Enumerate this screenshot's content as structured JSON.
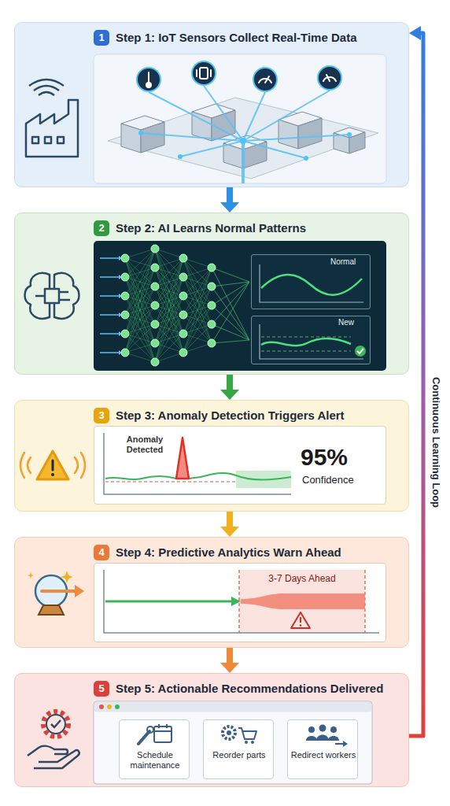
{
  "diagram": {
    "nodes": [
      {
        "text": [
          "1",
          "Step 1: IoT Sensors Collect Real-Time Data"
        ]
      },
      {
        "text": [
          "2",
          "Step 2: AI Learns Normal Patterns"
        ]
      },
      {
        "text": [
          "Normal"
        ],
        "in": 1
      },
      {
        "text": [
          "New"
        ],
        "in": 1
      },
      {
        "text": [
          "3",
          "Step 3: Anomaly Detection Triggers Alert"
        ]
      },
      {
        "text": [
          "Anomaly Detected",
          "95%",
          "Confidence"
        ],
        "in": 4
      },
      {
        "text": [
          "4",
          "Step 4: Predictive Analytics Warn Ahead"
        ]
      },
      {
        "text": [
          "3-7 Days Ahead"
        ],
        "in": 6
      },
      {
        "text": [
          "5",
          "Step 5: Actionable Recommendations Delivered"
        ]
      },
      {
        "text": [
          "Schedule maintenance"
        ],
        "in": 8
      },
      {
        "text": [
          "Reorder parts"
        ],
        "in": 8
      },
      {
        "text": [
          "Redirect workers"
        ],
        "in": 8
      }
    ],
    "edges": [
      {
        "from": 0,
        "to": 1,
        "arrow": "to"
      },
      {
        "from": 1,
        "to": 4,
        "arrow": "to"
      },
      {
        "from": 4,
        "to": 6,
        "arrow": "to"
      },
      {
        "from": 6,
        "to": 8,
        "arrow": "to"
      },
      {
        "from": 8,
        "to": 0,
        "arrow": "to",
        "label": "Continuous Learning Loop"
      }
    ]
  }
}
